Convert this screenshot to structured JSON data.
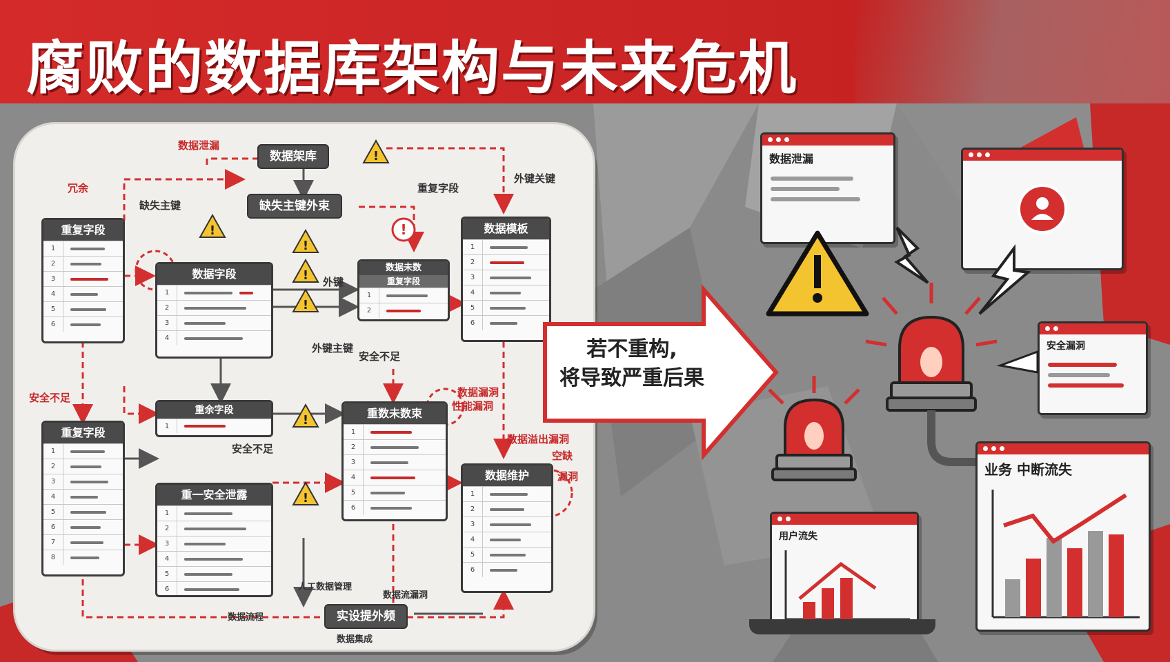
{
  "title": "腐败的数据库架构与未来危机",
  "colors": {
    "accent": "#d32f2f",
    "dark": "#3a3a3a",
    "panel": "#f1efec",
    "warning": "#f4c430"
  },
  "diagram": {
    "pills": {
      "top": "数据架库",
      "fk": "缺失主键外束",
      "bottom": "实设提外频"
    },
    "tables": [
      {
        "title": "重复字段"
      },
      {
        "title": "数据字段"
      },
      {
        "title": "数据模板"
      },
      {
        "title": "重余字段"
      },
      {
        "title": "重一安全泄露"
      },
      {
        "title": "重数未数束"
      },
      {
        "title": "数据维护"
      },
      {
        "title": "重复字段"
      }
    ],
    "mini_table": {
      "title": "数据未数",
      "sub": "重复字段"
    },
    "labels": {
      "leak": "数据泄漏",
      "redundant": "冗余",
      "missing_pk": "缺失主键",
      "external": "外键关键",
      "duplicate": "重复字段",
      "foreign": "外键",
      "fk_main": "外键主键",
      "coupling": "安全不足",
      "security_low": "安全不足",
      "perf_leak": "性能漏洞",
      "perf": "数据漏洞",
      "spill": "数据溢出漏洞",
      "gap": "空缺",
      "hole": "漏洞",
      "fail": "安全不足",
      "bottom_a": "人工数据管理",
      "bottom_b": "数据流漏洞",
      "bottom_c": "数据流程",
      "bottom_d": "数据集成"
    }
  },
  "arrow_text": {
    "line1": "若不重构,",
    "line2": "将导致严重后果"
  },
  "consequences": {
    "win_leak": "数据泄漏",
    "win_security": "安全漏洞",
    "win_business": "业务 中断流失",
    "win_users": "用户流失"
  }
}
